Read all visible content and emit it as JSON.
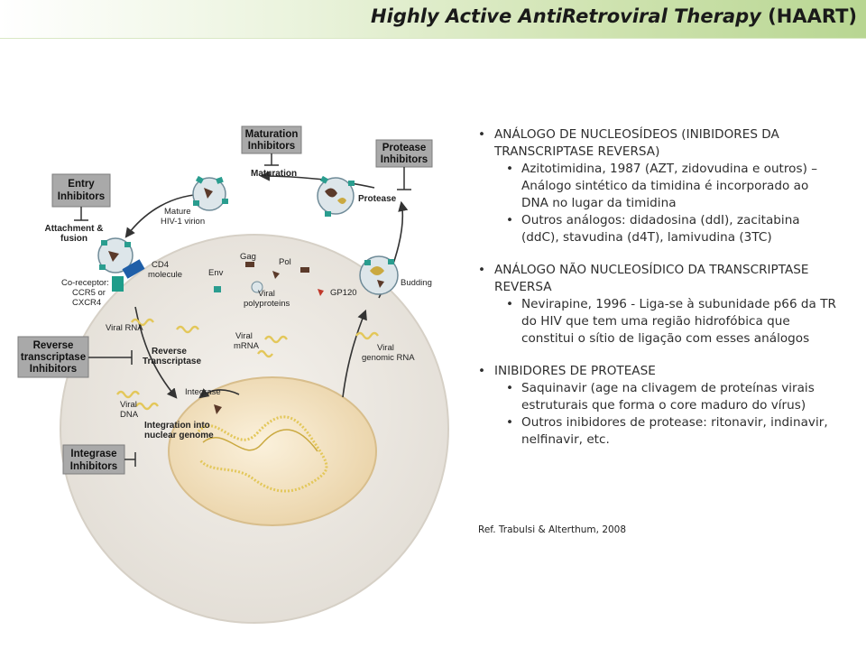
{
  "header": {
    "title_italic": "Highly Active AntiRetroviral Therapy",
    "title_plain": "(HAART)"
  },
  "diagram": {
    "boxes": {
      "entry": [
        "Entry",
        "Inhibitors"
      ],
      "maturation": [
        "Maturation",
        "Inhibitors"
      ],
      "protease": [
        "Protease",
        "Inhibitors"
      ],
      "rt": [
        "Reverse",
        "transcriptase",
        "Inhibitors"
      ],
      "integrase": [
        "Integrase",
        "Inhibitors"
      ]
    },
    "labels": {
      "attachment": [
        "Attachment &",
        "fusion"
      ],
      "coreceptor": [
        "Co-receptor:",
        "CCR5 or",
        "CXCR4"
      ],
      "mature_virion": [
        "Mature",
        "HIV-1 virion"
      ],
      "maturation": "Maturation",
      "protease": "Protease",
      "cd4": [
        "CD4",
        "molecule"
      ],
      "env": "Env",
      "gag": "Gag",
      "pol": "Pol",
      "viral_polyproteins": [
        "Viral",
        "polyproteins"
      ],
      "gp120": "GP120",
      "budding": "Budding",
      "viral_rna": "Viral RNA",
      "reverse_transcriptase": [
        "Reverse",
        "Transcriptase"
      ],
      "viral_mrna": [
        "Viral",
        "mRNA"
      ],
      "viral_genomic_rna": [
        "Viral",
        "genomic RNA"
      ],
      "integrase": "Integrase",
      "viral_dna": [
        "Viral",
        "DNA"
      ],
      "integration": [
        "Integration into",
        "nuclear genome"
      ]
    },
    "colors": {
      "box_fill": "#a9a9a9",
      "cell_fill": "#eeeae4",
      "nucleus_fill": "#f3e6cc",
      "rna": "#e3c75a",
      "cd4": "#1f5fa8",
      "coreceptor": "#1f9d8a",
      "arrow": "#333333",
      "protein_dark": "#5b3a2a",
      "protein_teal": "#2a9d8f"
    }
  },
  "content": {
    "sections": [
      {
        "heading": "ANÁLOGO DE NUCLEOSÍDEOS (INIBIDORES DA TRANSCRIPTASE REVERSA)",
        "items": [
          "Azitotimidina, 1987 (AZT, zidovudina e outros) – Análogo sintético da timidina é incorporado ao DNA no lugar da timidina",
          "Outros análogos: didadosina (ddI), zacitabina (ddC), stavudina (d4T), lamivudina (3TC)"
        ]
      },
      {
        "heading": "ANÁLOGO NÃO NUCLEOSÍDICO DA TRANSCRIPTASE REVERSA",
        "items": [
          "Nevirapine, 1996 - Liga-se à subunidade p66 da TR do HIV que tem uma região hidrofóbica que constitui o sítio de ligação com esses análogos"
        ]
      },
      {
        "heading": "INIBIDORES DE PROTEASE",
        "items": [
          "Saquinavir (age na clivagem de proteínas virais estruturais que forma o core maduro do vírus)",
          "Outros inibidores de protease: ritonavir, indinavir, nelfinavir, etc."
        ]
      }
    ],
    "reference": "Ref. Trabulsi & Alterthum, 2008"
  }
}
